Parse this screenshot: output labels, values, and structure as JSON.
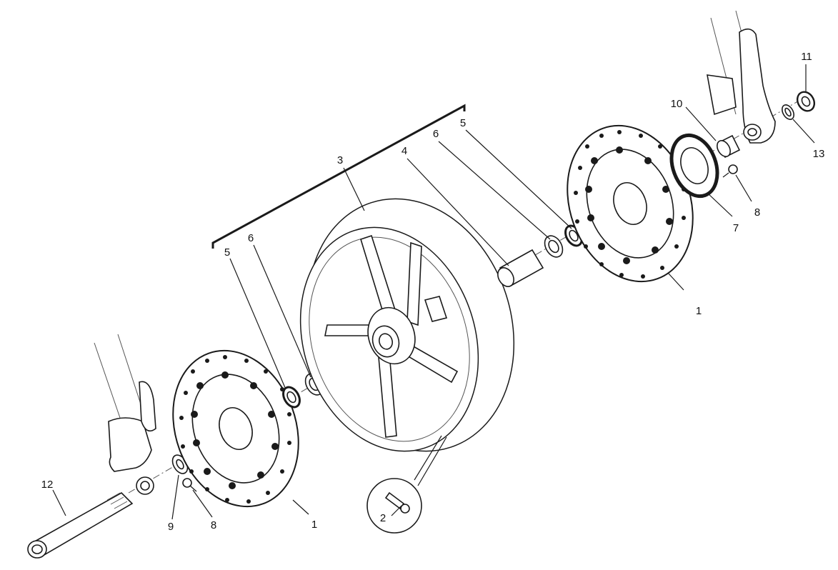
{
  "diagram": {
    "callouts": [
      {
        "id": "c1a",
        "text": "1"
      },
      {
        "id": "c1b",
        "text": "1"
      },
      {
        "id": "c2",
        "text": "2"
      },
      {
        "id": "c3",
        "text": "3"
      },
      {
        "id": "c4",
        "text": "4"
      },
      {
        "id": "c5a",
        "text": "5"
      },
      {
        "id": "c5b",
        "text": "5"
      },
      {
        "id": "c6a",
        "text": "6"
      },
      {
        "id": "c6b",
        "text": "6"
      },
      {
        "id": "c7",
        "text": "7"
      },
      {
        "id": "c8a",
        "text": "8"
      },
      {
        "id": "c8b",
        "text": "8"
      },
      {
        "id": "c9",
        "text": "9"
      },
      {
        "id": "c10",
        "text": "10"
      },
      {
        "id": "c11",
        "text": "11"
      },
      {
        "id": "c12",
        "text": "12"
      },
      {
        "id": "c13",
        "text": "13"
      }
    ]
  }
}
